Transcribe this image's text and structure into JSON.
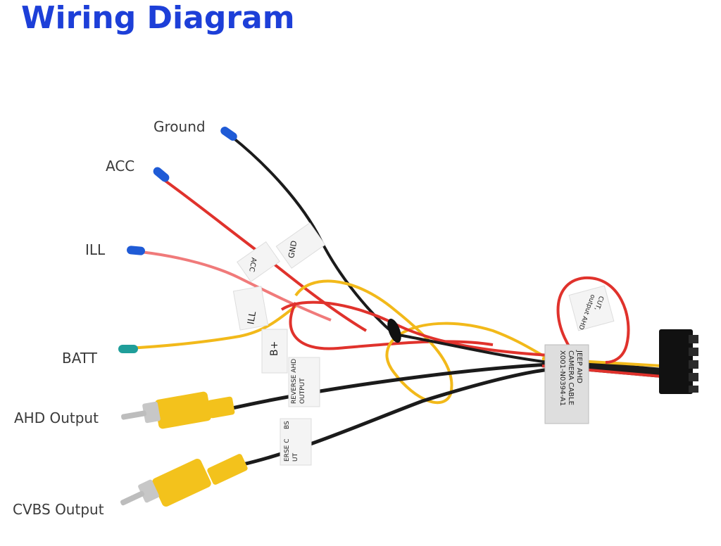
{
  "title": "Wiring Diagram",
  "labels": {
    "ground": "Ground",
    "acc": "ACC",
    "ill": "ILL",
    "batt": "BATT",
    "ahd_output": "AHD Output",
    "cvbs_output": "CVBS Output"
  },
  "wire_tags": {
    "gnd": "GND",
    "acc": "ACC",
    "ill": "ILL",
    "batt": "B+",
    "reverse_ahd_1": "REVERSE AHD",
    "reverse_ahd_2": "OUTPUT",
    "reverse_cvbs_1": "ERSE C",
    "reverse_cvbs_2": "BS",
    "reverse_cvbs_3": "UT",
    "cable_1": "JEEP AHD",
    "cable_2": "CAMERA CABLE",
    "cable_3": "X001-N0394-A1",
    "loop_1": "CUT,",
    "loop_2": "output AHD"
  },
  "colors": {
    "title": "#1d3fd8",
    "wire_black": "#1b1b1b",
    "wire_red": "#e0322c",
    "wire_pink": "#f07a7a",
    "wire_yellow": "#f2b91a",
    "connector_yellow": "#f3c21c",
    "cap_blue": "#1f5bd6",
    "cap_teal": "#1f9e9a"
  }
}
